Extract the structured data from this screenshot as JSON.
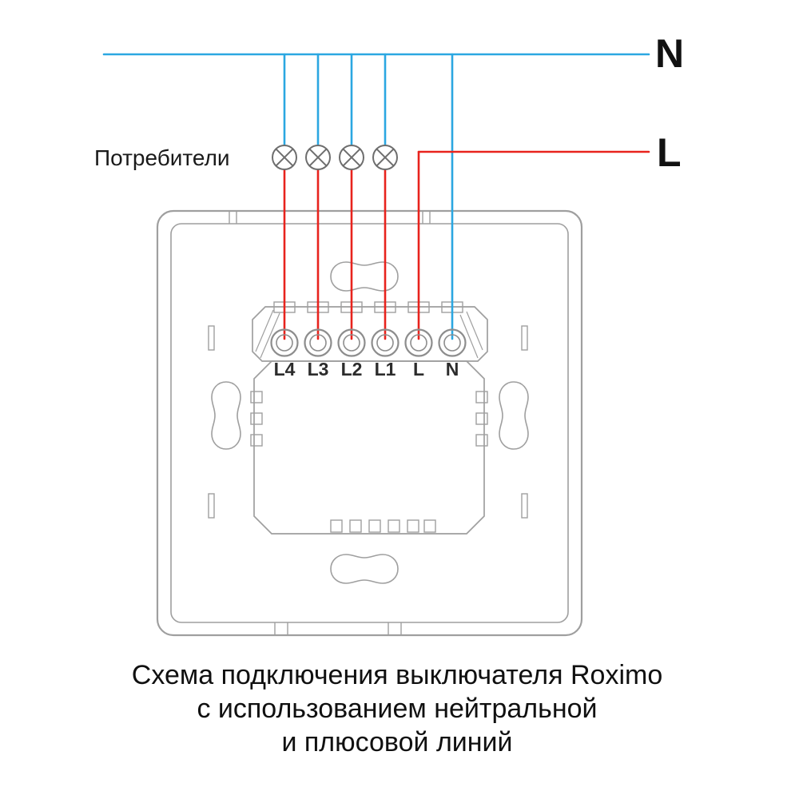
{
  "colors": {
    "neutral_blue": "#2ba7e1",
    "live_red": "#e8231d",
    "outline_gray": "#9f9f9f",
    "lamp_gray": "#6e6e6e",
    "text_dark": "#111111"
  },
  "labels": {
    "neutral_line": "N",
    "live_line": "L",
    "consumers": "Потребители"
  },
  "terminals": [
    "L4",
    "L3",
    "L2",
    "L1",
    "L",
    "N"
  ],
  "caption": {
    "line1": "Схема подключения выключателя Roximo",
    "line2": "с использованием нейтральной",
    "line3": "и плюсовой линий"
  }
}
